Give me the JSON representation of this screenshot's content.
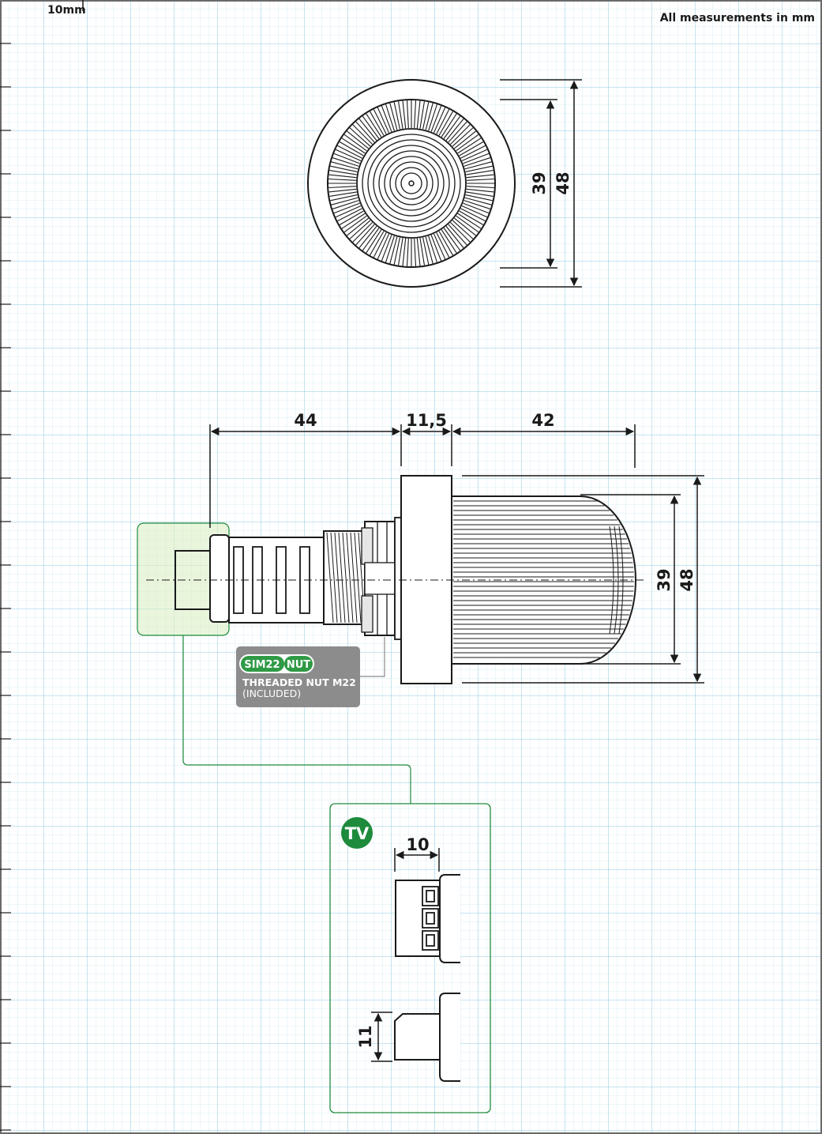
{
  "header": {
    "scale_label": "10mm",
    "units_note": "All measurements in mm"
  },
  "front_view": {
    "inner_diameter": "39",
    "outer_diameter": "48"
  },
  "side_view": {
    "rear_length": "44",
    "flange_length": "11,5",
    "dome_length": "42",
    "inner_diameter": "39",
    "outer_diameter": "48"
  },
  "nut_badge": {
    "code_left": "SIM22",
    "code_right": "NUT",
    "title": "THREADED NUT M22",
    "subtitle": "(INCLUDED)"
  },
  "tv_detail": {
    "badge": "TV",
    "width_dim": "10",
    "height_dim": "11"
  },
  "colors": {
    "grid_minor": "#cfe7f3",
    "grid_major": "#8fc9e6",
    "accent_green": "#1e8a3c",
    "highlight_fill": "#d9eec0",
    "badge_gray": "#8c8c8c"
  }
}
